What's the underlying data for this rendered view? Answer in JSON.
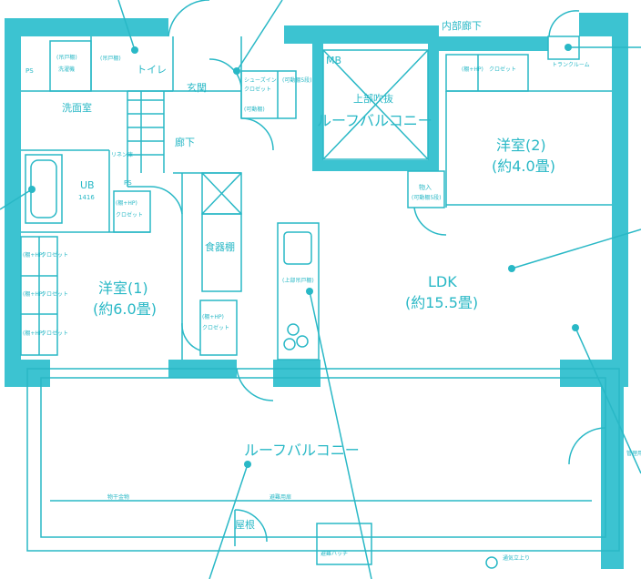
{
  "colors": {
    "wall": "#3cc3d1",
    "line": "#29b8c6",
    "fill_light": "#e6f7f9"
  },
  "labels": {
    "corridor": "内部廊下",
    "mb": "MB",
    "trunk_room": "トランクルーム",
    "ps_left": "PS",
    "ps_bath": "PS",
    "toilet_shelf": "(吊戸棚)",
    "washer": "洗濯機",
    "toilet_cabinet": "(吊戸棚)",
    "toilet": "トイレ",
    "entrance": "玄関",
    "shoes_closet": "シューズイン",
    "shoes_closet2": "クロゼット",
    "movable_shelf": "(可動棚5段)",
    "movable_shelf2": "(可動棚)",
    "void": "上部吹抜",
    "roof_balcony_top": "ルーフバルコニー",
    "washroom": "洗面室",
    "hallway": "廊下",
    "linen": "リネン庫",
    "ub": "UB",
    "ub_size": "1416",
    "closet_a_shelf": "(棚+HP)",
    "closet_a": "クロゼット",
    "closet_b_shelf": "(棚+HP)",
    "closet_b": "クロゼット",
    "western2_name": "洋室(2)",
    "western2_size": "(約4.0畳)",
    "storage": "物入",
    "storage_note": "(可動棚5段)",
    "closet_r1_shelf": "(棚+HP)",
    "closet_r1": "クロゼット",
    "closet_r2_shelf": "(棚+HP)",
    "closet_r2": "クロゼット",
    "closet_r3_shelf": "(棚+HP)",
    "closet_r3": "クロゼット",
    "dish_cabinet": "食器棚",
    "kitchen_cabinet": "(上部吊戸棚)",
    "closet_1_shelf": "(棚+HP)",
    "closet_1": "クロゼット",
    "western1_name": "洋室(1)",
    "western1_size": "(約6.0畳)",
    "ldk_name": "LDK",
    "ldk_size": "(約15.5畳)",
    "roof_balcony": "ルーフバルコニー",
    "drying_rod": "物干金物",
    "evac_door": "避難用扉",
    "roof": "屋根",
    "evac_hatch": "避難ハッチ",
    "vent": "通気立上り",
    "pipe_space": "管理用扉"
  }
}
